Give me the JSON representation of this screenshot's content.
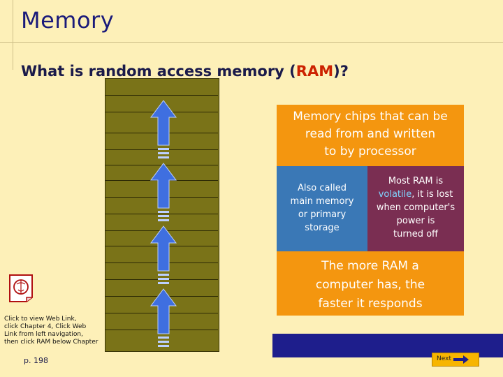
{
  "slide": {
    "title": "Memory",
    "subtitle_before": "What is random access memory (",
    "subtitle_highlight": "RAM",
    "subtitle_after": ")?"
  },
  "boxes": {
    "top_line1": "Memory chips that can be",
    "top_line2": "read from and written",
    "top_line3": "to by processor",
    "left_line1": "Also called",
    "left_line2": "main memory",
    "left_line3": "or primary",
    "left_line4": "storage",
    "right_line1": "Most RAM is",
    "right_highlight": "volatile",
    "right_line2_rest": ", it is lost",
    "right_line3": "when computer's",
    "right_line4": "power is",
    "right_line5": "turned off",
    "bottom_line1": "The more RAM a",
    "bottom_line2": "computer has, the",
    "bottom_line3": "faster it responds"
  },
  "weblink": {
    "line1": "Click to view Web Link,",
    "line2": "click Chapter 4, Click Web",
    "line3": "Link from left navigation,",
    "line4": "then click RAM below Chapter"
  },
  "footer": {
    "page": "p. 198",
    "next_label": "Next"
  },
  "colors": {
    "background": "#fdf0b8",
    "title": "#1a1a7a",
    "highlight_red": "#cc2200",
    "orange_box": "#f4960f",
    "blue_box": "#3a78b6",
    "maroon_box": "#7a2e52",
    "ram_panel": "#7a7318",
    "arrow": "#3f6fe0",
    "nav_bar": "#1e1e8c",
    "next_button": "#f7b500"
  },
  "icons": {
    "web": "web-link-icon",
    "arrow": "up-arrow-icon",
    "next": "next-arrow-icon"
  }
}
